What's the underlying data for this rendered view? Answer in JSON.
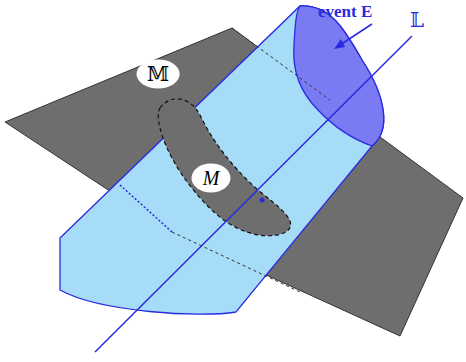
{
  "diagram": {
    "nodes": [
      {
        "text": [
          "𝕄"
        ]
      },
      {
        "text": [
          "M"
        ]
      }
    ],
    "labels": [
      "event E",
      "𝕃"
    ]
  }
}
